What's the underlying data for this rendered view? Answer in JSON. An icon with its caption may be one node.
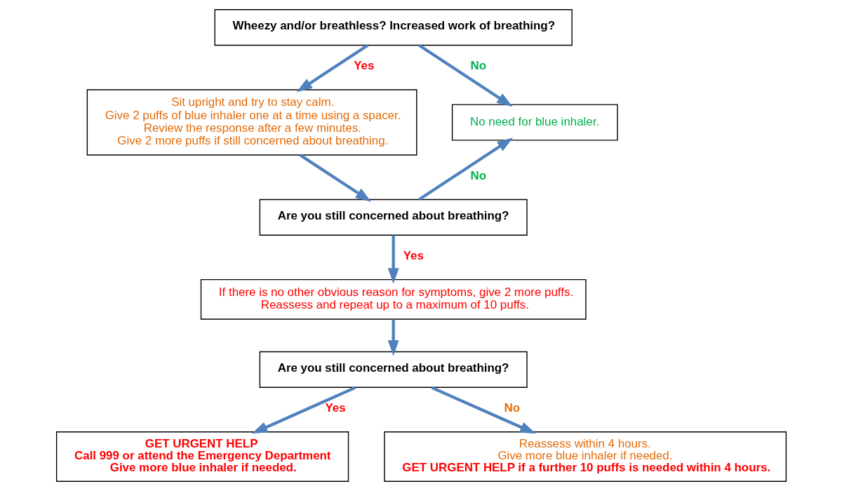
{
  "diagram": {
    "nodes": [
      {
        "text": [
          "Wheezy and/or breathless? Increased work of breathing?"
        ]
      },
      {
        "text": [
          "Sit upright and try to stay calm.",
          "Give 2 puffs of blue inhaler one at a time using a spacer.",
          "Review the response after a few minutes.",
          "Give 2 more puffs if still concerned about breathing."
        ]
      },
      {
        "text": [
          "No need for blue inhaler."
        ]
      },
      {
        "text": [
          "Are you still concerned about breathing?"
        ]
      },
      {
        "text": [
          "If there is no other obvious reason for symptoms, give 2 more puffs.",
          "Reassess and repeat up to a maximum of 10 puffs."
        ]
      },
      {
        "text": [
          "Are you still concerned about breathing?"
        ]
      },
      {
        "text": [
          "GET URGENT HELP",
          "Call 999 or attend the Emergency Department",
          "Give more blue inhaler if needed."
        ]
      },
      {
        "text": [
          "Reassess within 4 hours.",
          "Give more blue inhaler if needed.",
          "GET URGENT HELP if a further 10 puffs is needed within 4 hours."
        ]
      }
    ],
    "edges": [
      {
        "from": 0,
        "to": 1,
        "arrow": "to",
        "label": "Yes"
      },
      {
        "from": 0,
        "to": 2,
        "arrow": "to",
        "label": "No"
      },
      {
        "from": 1,
        "to": 3,
        "arrow": "to"
      },
      {
        "from": 3,
        "to": 2,
        "arrow": "to",
        "label": "No"
      },
      {
        "from": 3,
        "to": 4,
        "arrow": "to",
        "label": "Yes"
      },
      {
        "from": 4,
        "to": 5,
        "arrow": "to"
      },
      {
        "from": 5,
        "to": 6,
        "arrow": "to",
        "label": "Yes"
      },
      {
        "from": 5,
        "to": 7,
        "arrow": "to",
        "label": "No"
      }
    ]
  }
}
